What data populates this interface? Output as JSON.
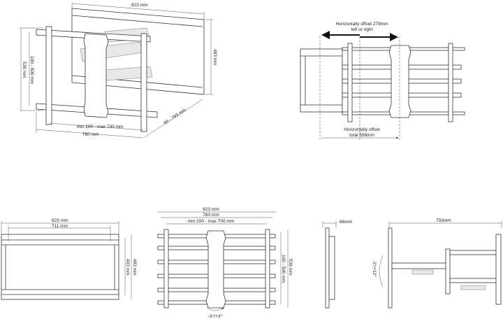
{
  "iso_view": {
    "width": "823 mm",
    "height": "483 mm",
    "vesa_height": "536 mm",
    "vesa_range": "100 - 500 mm",
    "vesa_width_range": "min 200 - max 700 mm",
    "vesa_width": "760 mm",
    "depth": "66 - 793 mm"
  },
  "offset_view": {
    "top_line1": "Horizontally offset 279mm",
    "top_line2": "left or right",
    "bottom_line1": "Horizontally offset",
    "bottom_line2": "total 558mm"
  },
  "wallplate_view": {
    "width": "823 mm",
    "inner_width": "711 mm",
    "height": "483 mm",
    "inner_height": "403 mm"
  },
  "front_view": {
    "width": "823 mm",
    "vesa_width": "760 mm",
    "vesa_width_range": "min 200 - max 700 mm",
    "vesa_height": "536 mm",
    "vesa_range": "100 - 500 mm",
    "rotation": "-3°/+3°"
  },
  "side_folded": {
    "depth": "66mm"
  },
  "side_extended": {
    "depth": "793mm",
    "tilt": "-3°/+12°"
  }
}
